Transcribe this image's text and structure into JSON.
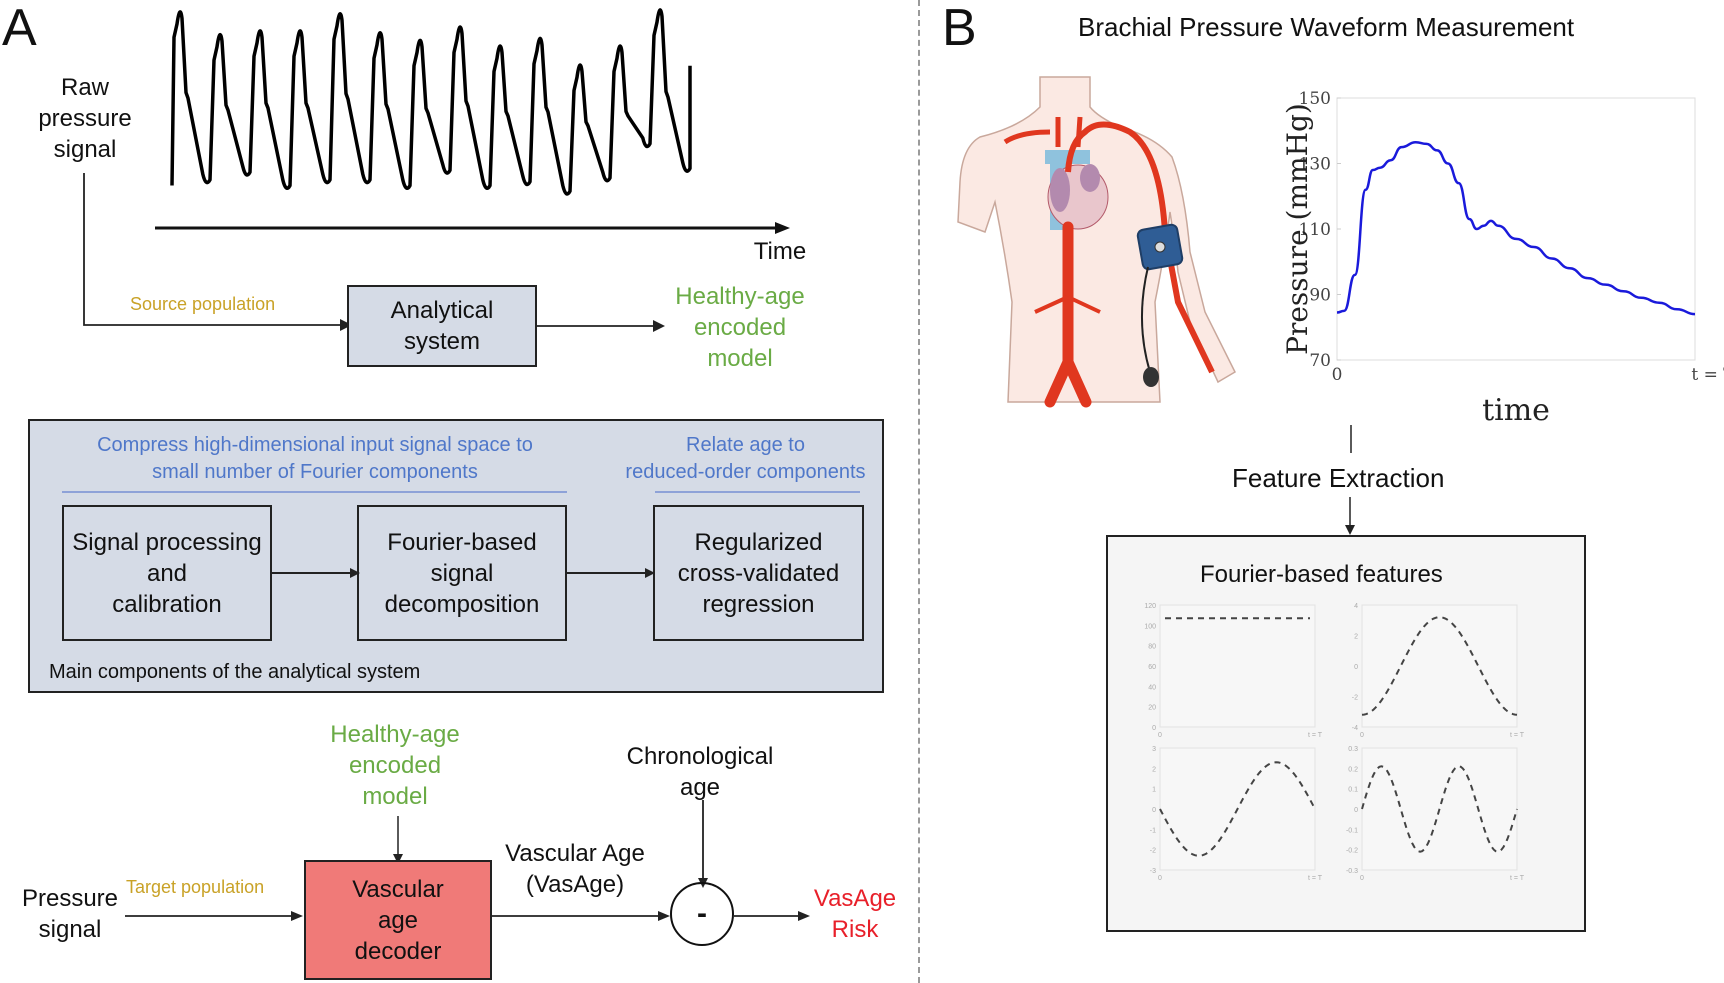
{
  "panel_a": {
    "letter": "A",
    "raw_signal_label": [
      "Raw",
      "pressure",
      "signal"
    ],
    "time_axis_label": "Time",
    "source_population": "Source population",
    "analytical_system": [
      "Analytical",
      "system"
    ],
    "healthy_model_top": [
      "Healthy-age",
      "encoded",
      "model"
    ],
    "components_box": {
      "compress_label": [
        "Compress high-dimensional input signal space to",
        "small number of Fourier components"
      ],
      "relate_label": [
        "Relate age to",
        "reduced-order components"
      ],
      "blocks": [
        [
          "Signal processing",
          "and",
          "calibration"
        ],
        [
          "Fourier-based",
          "signal",
          "decomposition"
        ],
        [
          "Regularized",
          "cross-validated",
          "regression"
        ]
      ],
      "caption": "Main components of the analytical system"
    },
    "bottom": {
      "healthy_model": [
        "Healthy-age",
        "encoded",
        "model"
      ],
      "chronological_age": [
        "Chronological",
        "age"
      ],
      "pressure_signal": [
        "Pressure",
        "signal"
      ],
      "target_population": "Target population",
      "decoder": [
        "Vascular",
        "age",
        "decoder"
      ],
      "vasage_label": [
        "Vascular Age",
        "(VasAge)"
      ],
      "minus_symbol": "-",
      "risk_label": [
        "VasAge",
        "Risk"
      ]
    }
  },
  "panel_b": {
    "letter": "B",
    "title": "Brachial Pressure Waveform Measurement",
    "feature_extraction": "Feature Extraction",
    "features_title": "Fourier-based features"
  },
  "colors": {
    "green": "#6aab45",
    "gold": "#c9a227",
    "blue_text": "#4f77c9",
    "red": "#e8202a",
    "box_fill": "#d5dbe6",
    "decoder_fill": "#f07a78",
    "waveform_blue": "#1a1adb"
  },
  "chart_data": [
    {
      "id": "raw-signal",
      "type": "line",
      "title": "Raw pressure signal",
      "xlabel": "Time",
      "ylabel": "",
      "beats": 13,
      "beat_peaks": [
        0.98,
        0.86,
        0.88,
        0.88,
        0.97,
        0.87,
        0.83,
        0.9,
        0.8,
        0.84,
        0.7,
        0.8,
        0.99
      ],
      "beat_troughs": [
        0.06,
        0.1,
        0.03,
        0.06,
        0.06,
        0.03,
        0.11,
        0.03,
        0.05,
        0.0,
        0.07,
        0.25,
        0.12
      ]
    },
    {
      "id": "brachial-waveform",
      "type": "line",
      "title": "",
      "xlabel": "time",
      "ylabel": "Pressure (mmHg)",
      "ylim": [
        70,
        150
      ],
      "yticks": [
        70,
        90,
        110,
        130,
        150
      ],
      "xticks": [
        "0",
        "t = T"
      ],
      "x": [
        0,
        0.02,
        0.05,
        0.08,
        0.1,
        0.12,
        0.15,
        0.18,
        0.22,
        0.25,
        0.28,
        0.31,
        0.34,
        0.37,
        0.39,
        0.41,
        0.43,
        0.45,
        0.5,
        0.55,
        0.6,
        0.65,
        0.7,
        0.75,
        0.8,
        0.85,
        0.9,
        0.95,
        1.0
      ],
      "y": [
        84.5,
        85,
        96,
        122,
        128,
        128.7,
        131,
        135,
        136.5,
        136,
        134,
        130,
        124,
        113,
        110,
        111,
        112.5,
        111,
        107,
        104.5,
        101,
        98,
        95,
        93,
        91,
        89,
        87.5,
        85.5,
        84
      ]
    },
    {
      "id": "fourier-mode-0",
      "type": "line",
      "style": "dashed",
      "ylim": [
        0,
        120
      ],
      "yticks": [
        0,
        20,
        40,
        60,
        80,
        100,
        120
      ],
      "xticks": [
        "0",
        "t = T"
      ],
      "x": [
        0,
        1
      ],
      "y": [
        107,
        107
      ]
    },
    {
      "id": "fourier-mode-1",
      "type": "line",
      "style": "dashed",
      "ylim": [
        -4,
        4
      ],
      "yticks": [
        -4,
        -2,
        0,
        2,
        4
      ],
      "xticks": [
        "0",
        "t = T"
      ],
      "amplitude": 3.2,
      "function": "-A*cos(2*pi*t)"
    },
    {
      "id": "fourier-mode-2",
      "type": "line",
      "style": "dashed",
      "ylim": [
        -3,
        3
      ],
      "yticks": [
        -3,
        -2,
        -1,
        0,
        1,
        2,
        3
      ],
      "xticks": [
        "0",
        "t = T"
      ],
      "amplitude": 2.3,
      "function": "-A*sin(2*pi*t)"
    },
    {
      "id": "fourier-mode-3",
      "type": "line",
      "style": "dashed",
      "ylim": [
        -0.3,
        0.3
      ],
      "yticks": [
        -0.3,
        -0.2,
        -0.1,
        0,
        0.1,
        0.2,
        0.3
      ],
      "xticks": [
        "0",
        "t = T"
      ],
      "amplitude": 0.21,
      "function": "A*sin(4*pi*t)"
    }
  ]
}
